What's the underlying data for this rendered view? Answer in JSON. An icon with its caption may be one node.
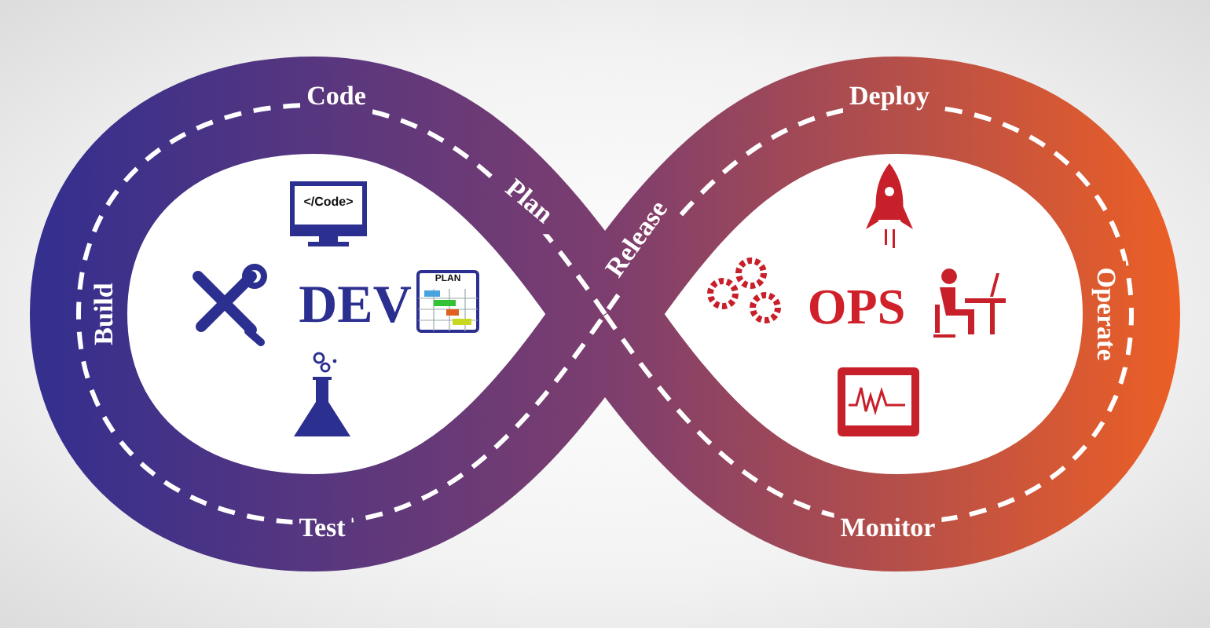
{
  "diagram": {
    "labels": [
      "Code",
      "Deploy",
      "</Code>",
      "Plan",
      "Release",
      "Build",
      "PLAN",
      "DEV",
      "OPS",
      "Operate",
      "Test",
      "Monitor"
    ]
  }
}
